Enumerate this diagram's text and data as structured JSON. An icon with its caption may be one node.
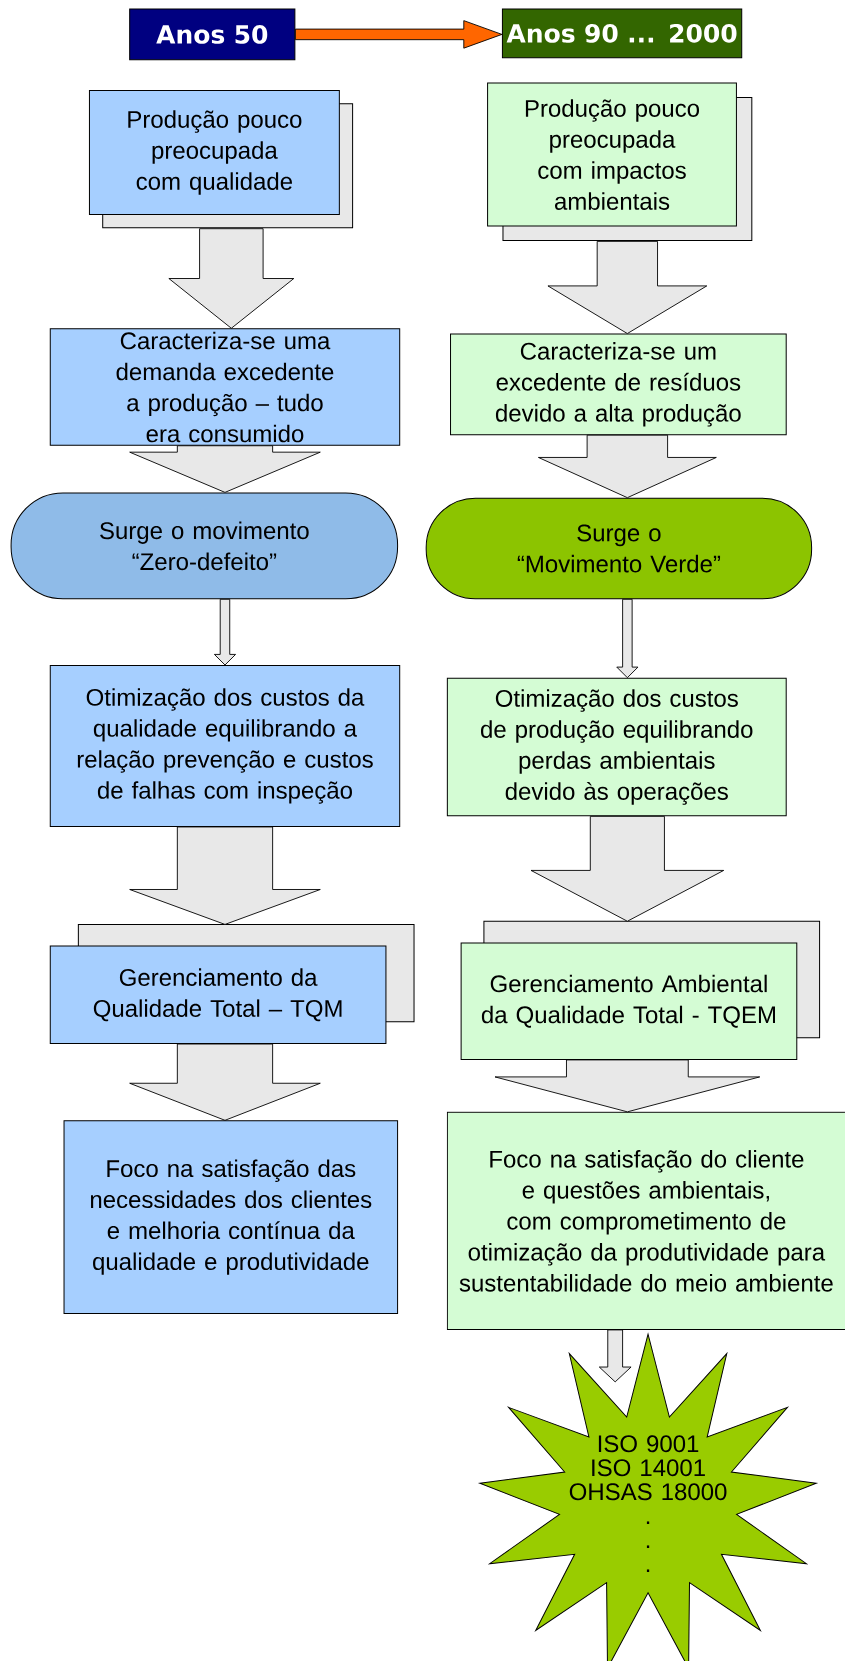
{
  "diagram": {
    "nodes": [
      {
        "text": [
          "Anos 50"
        ]
      },
      {
        "text": [
          "Anos 90 ... 2000"
        ]
      },
      {
        "text": [
          "Produção pouco preocupada com qualidade"
        ]
      },
      {
        "text": [
          "Produção pouco preocupada com impactos ambientais"
        ]
      },
      {
        "text": [
          "Caracteriza-se uma demanda excedente a produção – tudo era consumido"
        ]
      },
      {
        "text": [
          "Caracteriza-se um excedente de resíduos devido a alta produção"
        ]
      },
      {
        "text": [
          "Surge o movimento “Zero-defeito”"
        ]
      },
      {
        "text": [
          "Surge o “Movimento Verde”"
        ]
      },
      {
        "text": [
          "Otimização dos custos da qualidade equilibrando a relação prevenção e custos de falhas com inspeção"
        ]
      },
      {
        "text": [
          "Otimização dos custos de produção equilibrando perdas ambientais devido às operações"
        ]
      },
      {
        "text": [
          "Gerenciamento da Qualidade Total – TQM"
        ]
      },
      {
        "text": [
          "Gerenciamento Ambiental da Qualidade Total - TQEM"
        ]
      },
      {
        "text": [
          "Foco na satisfação das necessidades dos clientes e melhoria contínua da qualidade e produtividade"
        ]
      },
      {
        "text": [
          "Foco na satisfação do cliente e questões ambientais, com comprometimento de otimização da produtividade para sustentabilidade do meio ambiente"
        ]
      },
      {
        "text": [
          "ISO 9001",
          "ISO 14001",
          "OHSAS 18000",
          ".",
          ".",
          "."
        ]
      }
    ],
    "edges": [
      {
        "from": 0,
        "to": 1,
        "arrow": "to",
        "color": "#ff6600"
      },
      {
        "from": 2,
        "to": 4,
        "arrow": "to"
      },
      {
        "from": 4,
        "to": 6,
        "arrow": "to"
      },
      {
        "from": 6,
        "to": 8,
        "arrow": "to"
      },
      {
        "from": 8,
        "to": 10,
        "arrow": "to"
      },
      {
        "from": 10,
        "to": 12,
        "arrow": "to"
      },
      {
        "from": 3,
        "to": 5,
        "arrow": "to"
      },
      {
        "from": 5,
        "to": 7,
        "arrow": "to"
      },
      {
        "from": 7,
        "to": 9,
        "arrow": "to"
      },
      {
        "from": 9,
        "to": 11,
        "arrow": "to"
      },
      {
        "from": 11,
        "to": 13,
        "arrow": "to"
      },
      {
        "from": 13,
        "to": 14,
        "arrow": "to"
      }
    ]
  }
}
